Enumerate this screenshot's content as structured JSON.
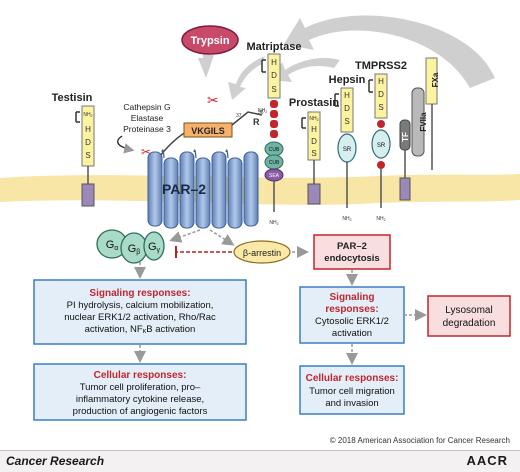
{
  "proteases": {
    "trypsin": "Trypsin",
    "matriptase": "Matriptase",
    "tmprss2": "TMPRSS2",
    "hepsin": "Hepsin",
    "prostasin": "Prostasin",
    "testisin": "Testisin",
    "cathepsin_list": [
      "Cathepsin G",
      "Elastase",
      "Proteinase 3"
    ],
    "fxa": "FXa",
    "fviia": "FVIIa",
    "tf": "TF"
  },
  "domains": {
    "hds": [
      "H",
      "D",
      "S"
    ],
    "sr": "SR",
    "cub": "CUB",
    "sea": "SEA",
    "nh2": "NH",
    "nh2_sub": "2"
  },
  "receptor": {
    "name": "PAR–2",
    "tethered_ligand": "VKGILS",
    "residue_37": "37",
    "residue_r": "R",
    "residue_36": "36"
  },
  "g_protein": {
    "alpha": "G",
    "alpha_sub": "α",
    "beta": "G",
    "beta_sub": "β",
    "gamma": "G",
    "gamma_sub": "γ"
  },
  "arrestin": "β-arrestin",
  "endocytosis": [
    "PAR–2",
    "endocytosis"
  ],
  "left_signaling": {
    "title": "Signaling responses:",
    "lines": [
      "PI hydrolysis, calcium mobilization,",
      "nuclear ERK1/2 activation, Rho/Rac",
      "activation, NF",
      "κ",
      "B activation"
    ]
  },
  "left_cellular": {
    "title": "Cellular responses:",
    "lines": [
      "Tumor cell proliferation, pro–",
      "inflammatory cytokine release,",
      "production of angiogenic factors"
    ]
  },
  "right_signaling": {
    "title": "Signaling",
    "title2": "responses:",
    "lines": [
      "Cytosolic ERK1/2",
      "activation"
    ]
  },
  "lysosomal": [
    "Lysosomal",
    "degradation"
  ],
  "right_cellular": {
    "title": "Cellular responses:",
    "lines": [
      "Tumor cell migration",
      "and invasion"
    ]
  },
  "copyright": "© 2018 American Association for Cancer Research",
  "journal": "Cancer Research",
  "logo": "AACR",
  "colors": {
    "membrane": "#f7e6a5",
    "receptor": "#8aa9d6",
    "box_fill": "#e3eef8",
    "box_border": "#3b7fc4",
    "red_title": "#c0262c",
    "lysosome_fill": "#f8dede",
    "hds_fill": "#fbf3a0",
    "cub_fill": "#6fb3a4",
    "sea_fill": "#8a5aa5",
    "trypsin_fill": "#c8496a",
    "g_fill": "#a8dcc8"
  }
}
